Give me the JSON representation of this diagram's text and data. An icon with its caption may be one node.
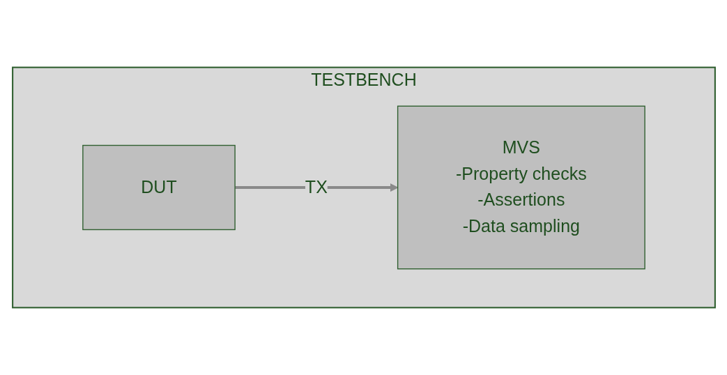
{
  "diagram": {
    "nodes": [
      {
        "text": [
          "TESTBENCH"
        ]
      },
      {
        "text": [
          "DUT"
        ],
        "in": 0
      },
      {
        "text": [
          "MVS",
          "-Property checks",
          "-Assertions",
          "-Data sampling"
        ],
        "in": 0
      }
    ],
    "edges": [
      {
        "from": 1,
        "to": 2,
        "arrow": "to",
        "label": "TX"
      }
    ]
  }
}
